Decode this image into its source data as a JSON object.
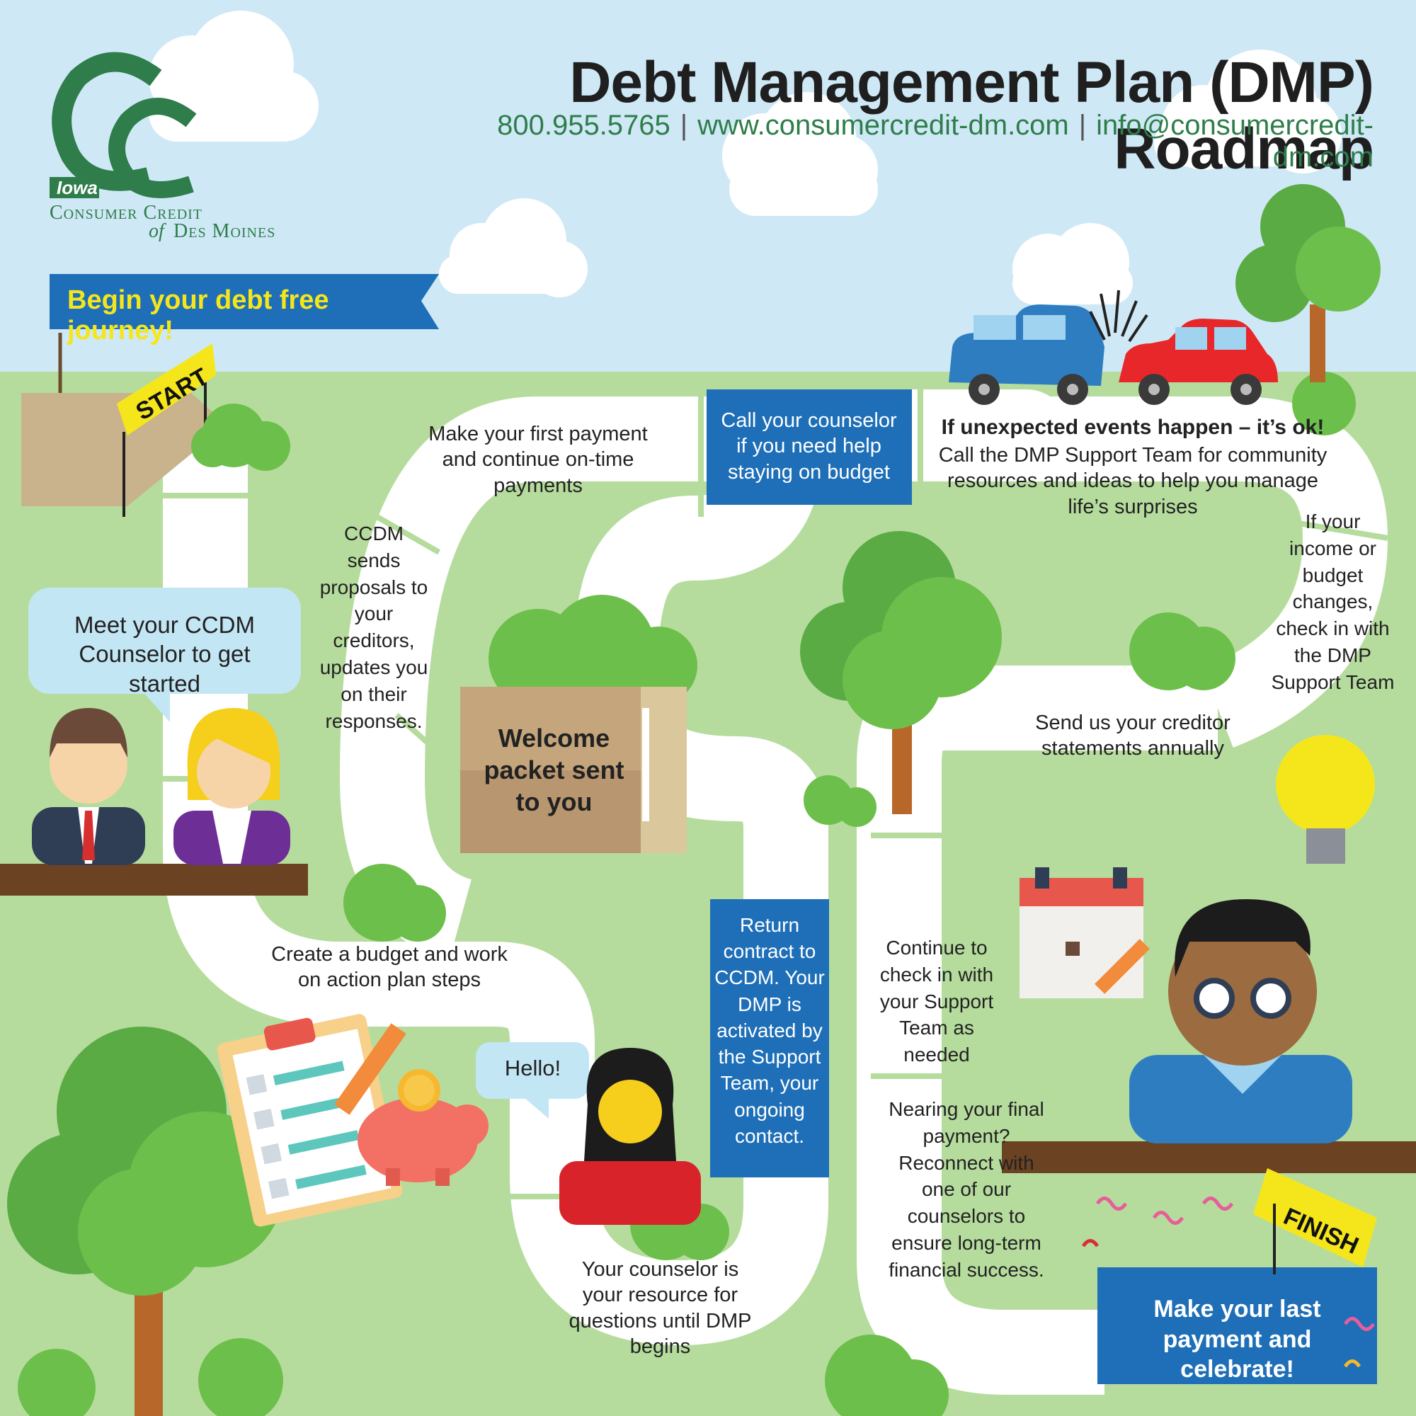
{
  "header": {
    "title": "Debt Management Plan (DMP) Roadmap",
    "phone": "800.955.5765",
    "website": "www.consumercredit-dm.com",
    "email": "info@consumercredit-dm.com",
    "separator": "|"
  },
  "logo": {
    "state": "Iowa",
    "line1": "Consumer Credit",
    "line2_of": "of",
    "line2": "Des Moines"
  },
  "banner": {
    "text": "Begin your debt free journey!"
  },
  "signs": {
    "start": "START",
    "finish": "FINISH"
  },
  "steps": {
    "meet": "Meet your CCDM Counselor to get started",
    "budget": "Create a budget and work on action plan steps",
    "hello": "Hello!",
    "resource": "Your counselor is your resource for questions until DMP begins",
    "proposals": "CCDM sends proposals to your creditors, updates you on their responses.",
    "welcome": "Welcome packet sent to you",
    "first_payment": "Make your first payment and continue on-time payments",
    "call_counselor": "Call your counselor if you need help staying on budget",
    "return_contract": "Return contract to CCDM. Your DMP is activated by the Support Team, your ongoing contact.",
    "unexpected_title": "If unexpected events happen – it’s ok!",
    "unexpected_body": "Call the DMP Support Team for community resources and ideas to help you manage life’s surprises",
    "income_changes": "If your income or budget changes, check in with the DMP Support Team",
    "statements": "Send us your creditor statements annually",
    "continue_checkin": "Continue to check in with your Support Team as needed",
    "nearing_final": "Nearing your final payment? Reconnect with one of our counselors to ensure long-term financial success.",
    "last_payment": "Make your last payment and celebrate!"
  },
  "colors": {
    "sky": "#cfe8f6",
    "grass": "#b5dc9d",
    "road": "#ffffff",
    "brand_green": "#2e7d4a",
    "step_blue": "#1e6fb8",
    "banner_blue": "#1e6fb8",
    "banner_text": "#f5e61c",
    "sign_yellow": "#f5e61c"
  },
  "icons": [
    "logo-cc-icon",
    "cloud-icon",
    "tree-icon",
    "bush-icon",
    "car-crash-icon",
    "envelope-icon",
    "lightbulb-icon",
    "calendar-icon",
    "pencil-icon",
    "clipboard-checklist-icon",
    "piggy-bank-icon",
    "coin-icon",
    "person-icon",
    "speech-bubble-icon",
    "confetti-icon",
    "flag-sign-icon"
  ]
}
